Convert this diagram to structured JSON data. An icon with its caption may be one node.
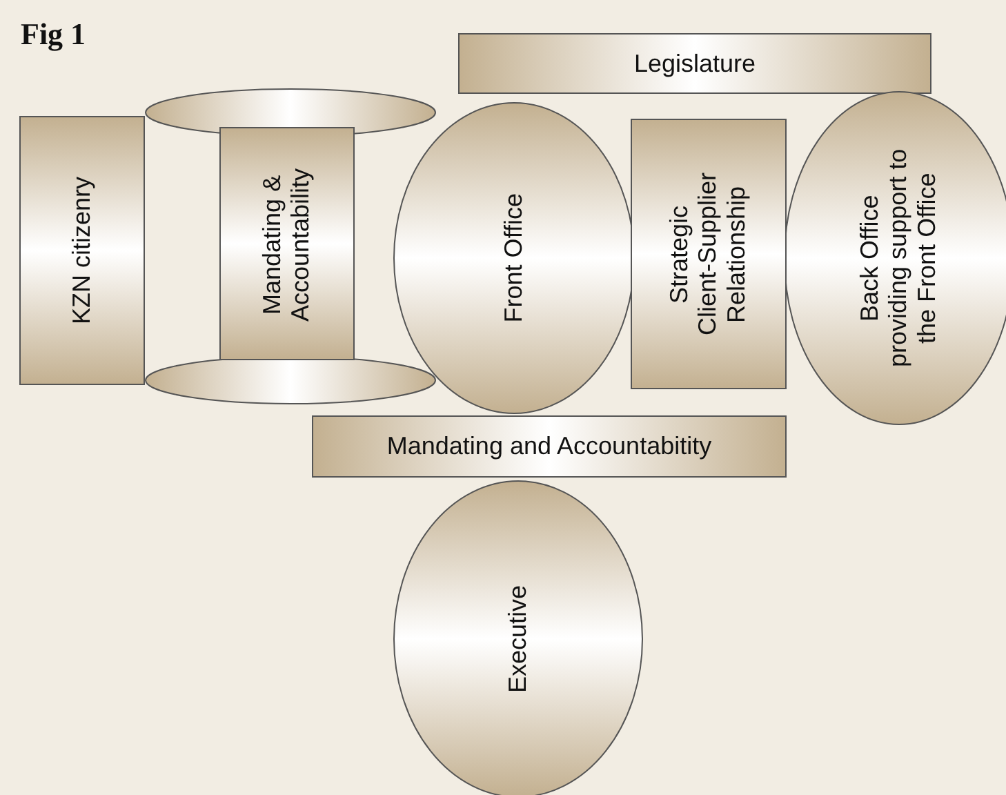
{
  "diagram": {
    "title": "Fig 1",
    "nodes": [
      {
        "text": [
          "Legislature"
        ]
      },
      {
        "text": [
          "KZN citizenry"
        ]
      },
      {
        "text": [],
        "shape": "ellipse"
      },
      {
        "text": [
          "Mandating & Accountability"
        ]
      },
      {
        "text": [],
        "shape": "ellipse"
      },
      {
        "text": [
          "Front Office"
        ]
      },
      {
        "text": [
          "Strategic Client-Supplier Relationship"
        ]
      },
      {
        "text": [
          "Back Office providing support to the Front Office"
        ]
      },
      {
        "text": [
          "Mandating and Accountabitity"
        ]
      },
      {
        "text": [
          "Executive"
        ]
      }
    ],
    "edges": []
  }
}
